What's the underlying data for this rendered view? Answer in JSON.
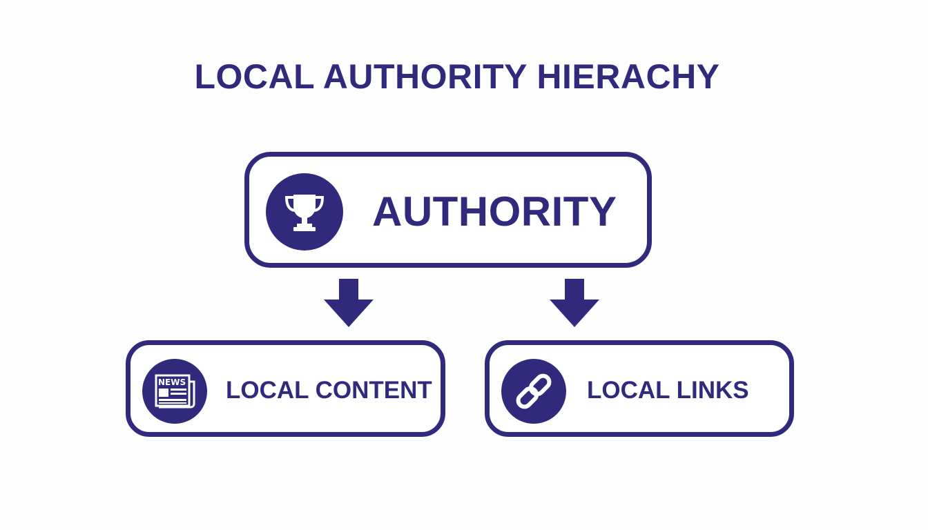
{
  "title": "LOCAL AUTHORITY HIERACHY",
  "colors": {
    "primary": "#312a7c",
    "background": "#fdfdfd",
    "box_fill": "#ffffff"
  },
  "nodes": {
    "top": {
      "label": "AUTHORITY",
      "icon": "trophy-icon"
    },
    "left": {
      "label": "LOCAL CONTENT",
      "icon": "newspaper-icon",
      "icon_text": "NEWS"
    },
    "right": {
      "label": "LOCAL LINKS",
      "icon": "chain-link-icon"
    }
  },
  "connectors": [
    {
      "from": "AUTHORITY",
      "to": "LOCAL CONTENT",
      "style": "down-arrow"
    },
    {
      "from": "AUTHORITY",
      "to": "LOCAL LINKS",
      "style": "down-arrow"
    }
  ]
}
